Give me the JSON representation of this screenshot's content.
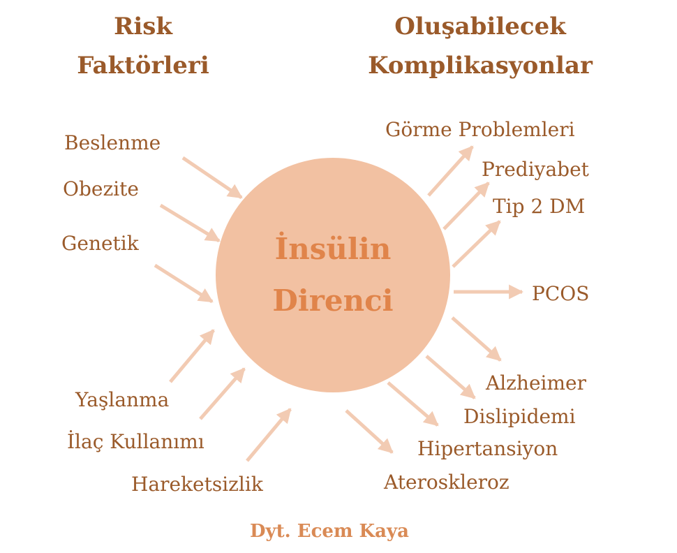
{
  "headings": {
    "left": [
      "Risk",
      "Faktörleri"
    ],
    "right": [
      "Oluşabilecek",
      "Komplikasyonlar"
    ]
  },
  "center": {
    "lines": [
      "İnsülin",
      "Direnci"
    ]
  },
  "risk_factors": [
    "Beslenme",
    "Obezite",
    "Genetik",
    "Yaşlanma",
    "İlaç Kullanımı",
    "Hareketsizlik"
  ],
  "complications": [
    "Görme Problemleri",
    "Prediyabet",
    "Tip 2 DM",
    "PCOS",
    "Alzheimer",
    "Dislipidemi",
    "Hipertansiyon",
    "Ateroskleroz"
  ],
  "author": "Dyt. Ecem Kaya",
  "colors": {
    "heading": "#9a5a2a",
    "center_text": "#e0844a",
    "circle": "#f2c1a2",
    "arrow": "#f2cbb3",
    "author": "#d98a55"
  }
}
